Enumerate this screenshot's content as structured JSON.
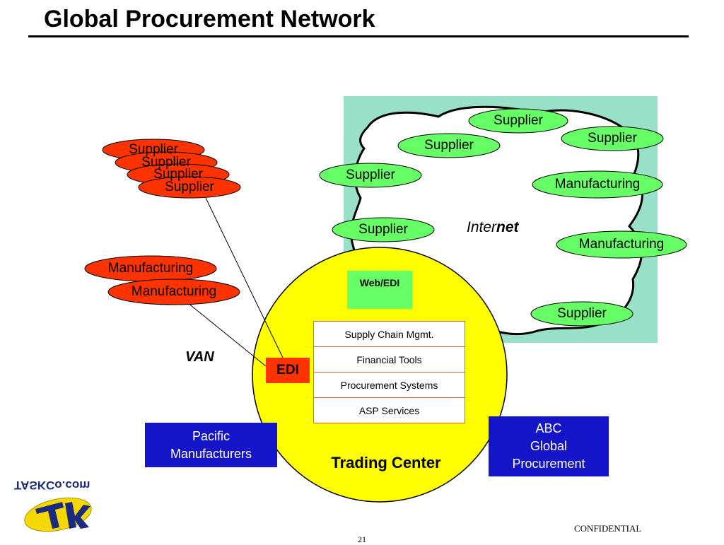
{
  "title": "Global Procurement Network",
  "van_suppliers": [
    "Supplier",
    "Supplier",
    "Supplier",
    "Supplier"
  ],
  "van_manufacturers": [
    "Manufacturing",
    "Manufacturing"
  ],
  "van_label": "VAN",
  "internet": {
    "label_plain": "Inter",
    "label_bold": "net",
    "nodes": [
      "Supplier",
      "Supplier",
      "Supplier",
      "Supplier",
      "Manufacturing",
      "Supplier",
      "Manufacturing",
      "Supplier"
    ]
  },
  "trading_center": {
    "label": "Trading Center",
    "web_edi": "Web/EDI",
    "services": [
      "Supply Chain Mgmt.",
      "Financial Tools",
      "Procurement Systems",
      "ASP Services"
    ]
  },
  "edi_label": "EDI",
  "pacific": [
    "Pacific",
    "Manufacturers"
  ],
  "abc": [
    "ABC",
    "Global",
    "Procurement"
  ],
  "logo_text": "TASKCo.com",
  "footer": {
    "confidential": "CONFIDENTIAL",
    "page": "21"
  },
  "colors": {
    "red_node": "#ff3300",
    "green_node": "#66ff66",
    "internet_bg": "#99e0c8",
    "trading_center": "#ffff00",
    "blue_box": "#1414c8"
  }
}
